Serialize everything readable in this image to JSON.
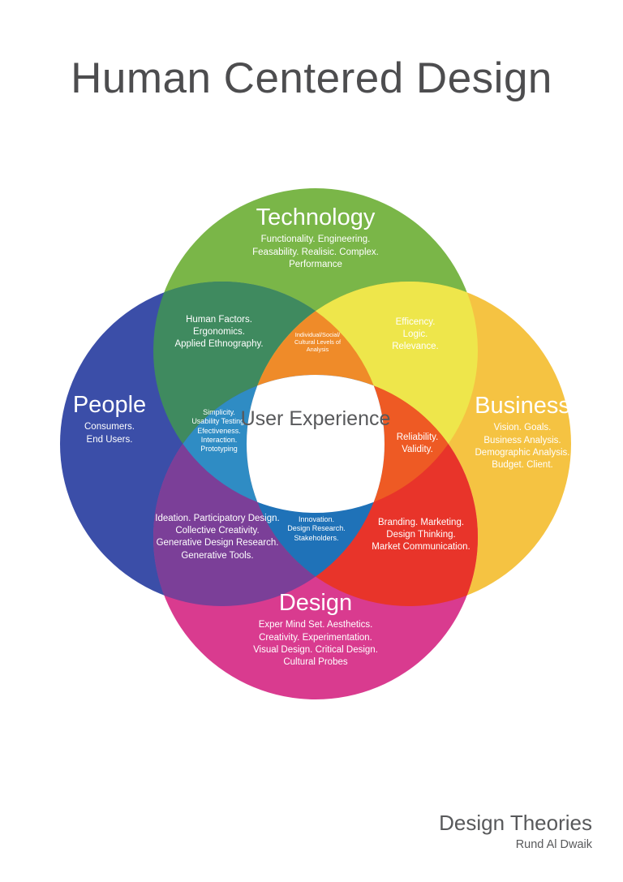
{
  "title": "Human Centered Design",
  "diagram": {
    "type": "venn-4-circle",
    "center_label": "User Experience",
    "circles": [
      {
        "key": "technology",
        "heading": "Technology",
        "body": "Functionality. Engineering.\nFeasability. Realisic. Complex.\nPerformance",
        "color": "#7ab648",
        "position": "top"
      },
      {
        "key": "people",
        "heading": "People",
        "body": "Consumers.\nEnd Users.",
        "color": "#3b4ea8",
        "position": "left"
      },
      {
        "key": "business",
        "heading": "Business",
        "body": "Vision. Goals.\nBusiness Analysis.\nDemographic Analysis.\nBudget. Client.",
        "color": "#f5c342",
        "position": "right"
      },
      {
        "key": "design",
        "heading": "Design",
        "body": "Exper Mind Set. Aesthetics.\nCreativity. Experimentation.\nVisual Design.  Critical Design.\nCultural Probes",
        "color": "#d93b8f",
        "position": "bottom"
      }
    ],
    "overlaps": [
      {
        "key": "technology-people",
        "regions": [
          "Technology",
          "People"
        ],
        "body": "Human Factors.\nErgonomics.\nApplied Ethnography.",
        "color": "#3f8a5f"
      },
      {
        "key": "technology-business",
        "regions": [
          "Technology",
          "Business"
        ],
        "body": "Efficency.\nLogic.\nRelevance.",
        "color": "#eee64b"
      },
      {
        "key": "technology-people-business",
        "regions": [
          "Technology",
          "People",
          "Business"
        ],
        "body": "Individual/Social/\nCultural Levels of\nAnalysis",
        "color": "#ef8b29"
      },
      {
        "key": "people-technology-design",
        "regions": [
          "People",
          "Technology",
          "Design"
        ],
        "body": "Simplicity.\nUsability Testing.\nEfectiveness.\nInteraction.\nPrototyping",
        "color": "#2f8cc4"
      },
      {
        "key": "business-technology-design",
        "regions": [
          "Business",
          "Technology",
          "Design"
        ],
        "body": "Reliability.\nValidity.",
        "color": "#ee5a24"
      },
      {
        "key": "people-design",
        "regions": [
          "People",
          "Design"
        ],
        "body": "Ideation. Participatory Design.\nCollective Creativity.\nGenerative Design Research.\nGenerative Tools.",
        "color": "#7b3f98"
      },
      {
        "key": "people-design-business",
        "regions": [
          "People",
          "Design",
          "Business"
        ],
        "body": "Innovation.\nDesign Research.\nStakeholders.",
        "color": "#1f72b8"
      },
      {
        "key": "design-business",
        "regions": [
          "Design",
          "Business"
        ],
        "body": "Branding. Marketing.\nDesign Thinking.\nMarket Communication.",
        "color": "#e8342a"
      }
    ]
  },
  "footer": {
    "line1": "Design Theories",
    "line2": "Rund Al Dwaik"
  }
}
